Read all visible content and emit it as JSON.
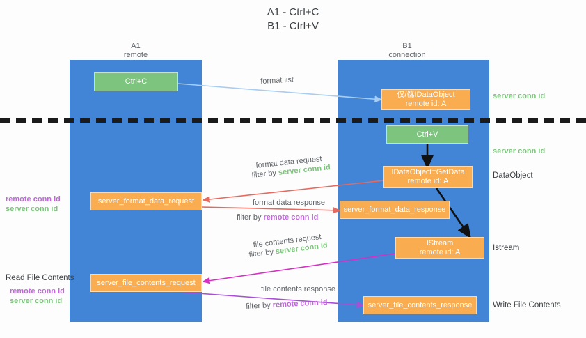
{
  "title": {
    "line1": "A1 - Ctrl+C",
    "line2": "B1 - Ctrl+V"
  },
  "lanes": [
    {
      "name": "A1",
      "sub": "remote"
    },
    {
      "name": "B1",
      "sub": "connection"
    }
  ],
  "nodes": {
    "ctrl_c": {
      "label": "Ctrl+C"
    },
    "ctrl_v": {
      "label": "Ctrl+V"
    },
    "idataobject": {
      "line1": "仅/㣈IDataObject",
      "line2": "remote id: A"
    },
    "getdata": {
      "line1": "IDataObject::GetData",
      "line2": "remote id: A"
    },
    "istream": {
      "line1": "IStream",
      "line2": "remote id: A"
    },
    "fmt_req": {
      "label": "server_format_data_request"
    },
    "fmt_resp": {
      "label": "server_format_data_response"
    },
    "file_req": {
      "label": "server_file_contents_request"
    },
    "file_resp": {
      "label": "server_file_contents_response"
    }
  },
  "side_labels": {
    "server_conn_id_top": "server conn id",
    "server_conn_id_mid": "server conn id",
    "dataobject": "DataObject",
    "istream": "Istream",
    "write_file_contents": "Write File Contents"
  },
  "legend": {
    "remote_conn_id": "remote conn id",
    "server_conn_id": "server conn id",
    "read_file_contents": "Read File Contents"
  },
  "edges": {
    "format_list": "format list",
    "format_data_request": "format data request",
    "format_data_request_filter_prefix": "filter by ",
    "format_data_request_filter_value": "server conn id",
    "format_data_response": "format data response",
    "format_data_response_filter_prefix": "filter by ",
    "format_data_response_filter_value": "remote conn id",
    "file_contents_request": "file contents request",
    "file_contents_request_filter_prefix": "filter by ",
    "file_contents_request_filter_value": "server conn id",
    "file_contents_response": "file contents response",
    "file_contents_response_filter_prefix": "filter by ",
    "file_contents_response_filter_value": "remote conn id"
  },
  "colors": {
    "lane": "#4285d6",
    "orange": "#f9ad50",
    "green": "#7dc47f",
    "server_conn": "#7cc47c",
    "remote_conn": "#c266dd",
    "arrow_blue": "#a8cdf0",
    "arrow_red": "#e8685d",
    "arrow_magenta": "#d62fc4",
    "arrow_purple": "#a84fd6",
    "arrow_black": "#111111"
  }
}
